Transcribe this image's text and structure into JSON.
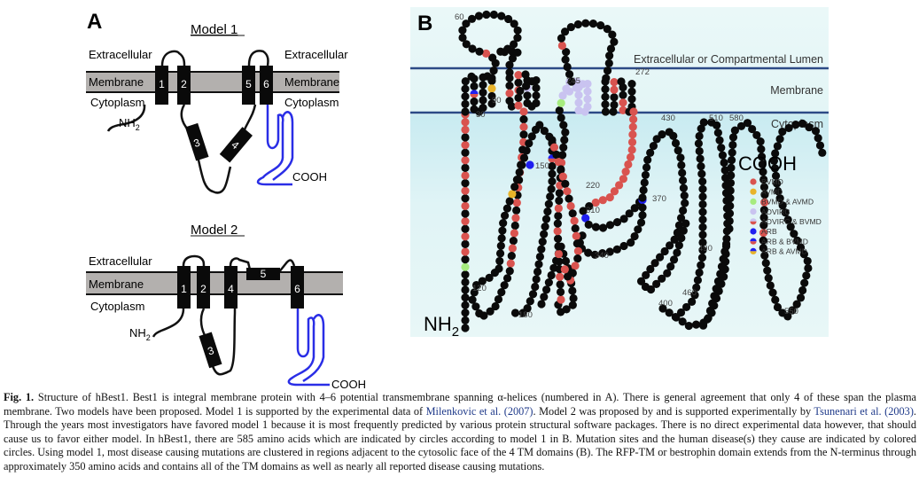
{
  "panel_a": {
    "letter": "A",
    "models": [
      {
        "title": "Model 1",
        "extracellular_left": "Extracellular",
        "extracellular_right": "Extracellular",
        "membrane_left": "Membrane",
        "membrane_right": "Membrane",
        "cytoplasm_left": "Cytoplasm",
        "cytoplasm_right": "Cytoplasm",
        "n_terminus": "NH",
        "n_terminus_sub": "2",
        "c_terminus": "COOH",
        "helices": [
          "1",
          "2",
          "3",
          "4",
          "5",
          "6"
        ]
      },
      {
        "title": "Model 2",
        "extracellular_left": "Extracellular",
        "membrane_left": "Membrane",
        "cytoplasm_left": "Cytoplasm",
        "n_terminus": "NH",
        "n_terminus_sub": "2",
        "c_terminus": "COOH",
        "helices": [
          "1",
          "2",
          "3",
          "4",
          "5",
          "6"
        ]
      }
    ]
  },
  "panel_b": {
    "letter": "B",
    "region_labels": {
      "extracellular": "Extracellular or Compartmental Lumen",
      "membrane": "Membrane",
      "cytoplasm": "Cytoplasm"
    },
    "n_terminus": "NH",
    "n_terminus_sub": "2",
    "c_terminus": "COOH",
    "residue_labels": [
      "60",
      "30",
      "90",
      "245",
      "272",
      "150",
      "220",
      "310",
      "370",
      "340",
      "120",
      "180",
      "430",
      "510",
      "580",
      "490",
      "460",
      "400",
      "550"
    ],
    "legend": [
      {
        "label": "BVMD",
        "color": "#d9534f",
        "color2": null
      },
      {
        "label": "AVMD",
        "color": "#e8b32a",
        "color2": null
      },
      {
        "label": "BVMD & AVMD",
        "color": "#a6ec7f",
        "color2": null
      },
      {
        "label": "ADVIRC",
        "color": "#c9c3f0",
        "color2": null
      },
      {
        "label": "ADVIRC & BVMD",
        "color": "#c9c3f0",
        "color2": "#d9534f"
      },
      {
        "label": "ARB",
        "color": "#1f1ff0",
        "color2": null
      },
      {
        "label": "ARB & BVMD",
        "color": "#1f1ff0",
        "color2": "#d9534f"
      },
      {
        "label": "ARB & AVMD",
        "color": "#1f1ff0",
        "color2": "#e8b32a"
      }
    ],
    "colors": {
      "residue": "#0a0a0a",
      "membrane_line": "#2c4a86",
      "background_top": "#e6f6f7",
      "background_bottom": "#cdeef3"
    }
  },
  "caption": {
    "fig_label": "Fig. 1.",
    "text_1": " Structure of hBest1. Best1 is integral membrane protein with 4–6 potential transmembrane spanning α-helices (numbered in A). There is general agreement that only 4 of these span the plasma membrane. Two models have been proposed. Model 1 is supported by the experimental data of ",
    "link_1": "Milenkovic et al. (2007)",
    "text_2": ". Model 2 was proposed by and is supported experimentally by ",
    "link_2": "Tsunenari et al. (2003)",
    "text_3": ". Through the years most investigators have favored model 1 because it is most frequently predicted by various protein structural software packages. There is no direct experimental data however, that should cause us to favor either model. In hBest1, there are 585 amino acids which are indicated by circles according to model 1 in B. Mutation sites and the human disease(s) they cause are indicated by colored circles. Using model 1, most disease causing mutations are clustered in regions adjacent to the cytosolic face of the 4 TM domains (B). The RFP-TM or bestrophin domain extends from the N-terminus through approximately 350 amino acids and contains all of the TM domains as well as nearly all reported disease causing mutations."
  }
}
